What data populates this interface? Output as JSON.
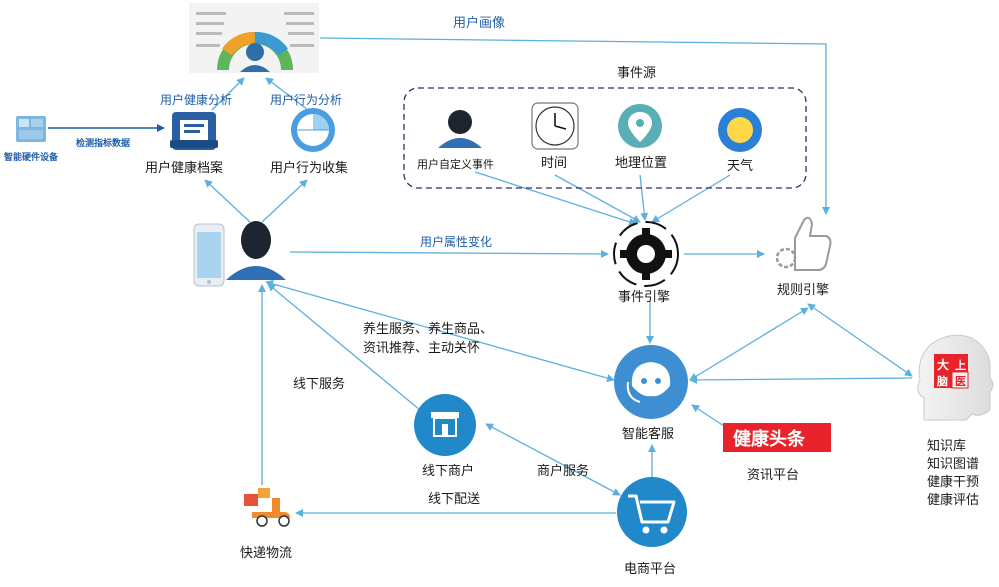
{
  "labels": {
    "user_portrait": "用户画像",
    "event_source": "事件源",
    "user_health_analysis": "用户健康分析",
    "user_behavior_analysis": "用户行为分析",
    "smart_hw_device": "智能硬件设备",
    "detect_index_data": "检测指标数据",
    "user_health_record": "用户健康档案",
    "user_behavior_collect": "用户行为收集",
    "user_custom_event": "用户自定义事件",
    "time": "时间",
    "geo_location": "地理位置",
    "weather": "天气",
    "user_attr_change": "用户属性变化",
    "event_engine": "事件引擎",
    "rule_engine": "规则引擎",
    "services_line1": "养生服务、养生商品、",
    "services_line2": "资讯推荐、主动关怀",
    "offline_service": "线下服务",
    "offline_merchant": "线下商户",
    "smart_cs": "智能客服",
    "merchant_service": "商户服务",
    "info_platform": "资讯平台",
    "health_headline": "健康头条",
    "knowledge_1": "知识库",
    "knowledge_2": "知识图谱",
    "knowledge_3": "健康干预",
    "knowledge_4": "健康评估",
    "offline_delivery": "线下配送",
    "express": "快递物流",
    "ecommerce": "电商平台",
    "brain_text_1": "大",
    "brain_text_2": "上",
    "brain_text_3": "医",
    "brain_text_4": "脑"
  },
  "colors": {
    "brand_blue": "#1f5ea8",
    "light_blue": "#5bb0dc",
    "circle_blue": "#3d8fd1",
    "headline_red": "#e8232c",
    "dashed": "#2b2f66"
  }
}
